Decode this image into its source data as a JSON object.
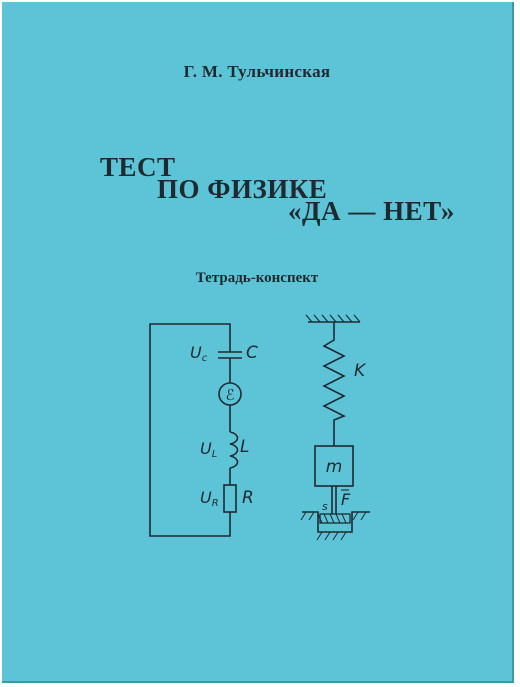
{
  "author": "Г. М. Тульчинская",
  "title_lines": [
    "ТЕСТ",
    "ПО ФИЗИКЕ",
    "«ДА — НЕТ»"
  ],
  "subtitle": "Тетрадь-конспект",
  "circuit": {
    "capacitor_voltage": "U",
    "capacitor_voltage_sub": "c",
    "capacitor": "C",
    "emf": "ℰ",
    "inductor_voltage": "U",
    "inductor_voltage_sub": "L",
    "inductor": "L",
    "resistor_voltage": "U",
    "resistor_voltage_sub": "R",
    "resistor": "R"
  },
  "mechanics": {
    "spring": "K",
    "mass": "m",
    "force": "F",
    "area": "s"
  },
  "colors": {
    "cover": "#5cc4d6",
    "ink": "#1f2a30"
  }
}
